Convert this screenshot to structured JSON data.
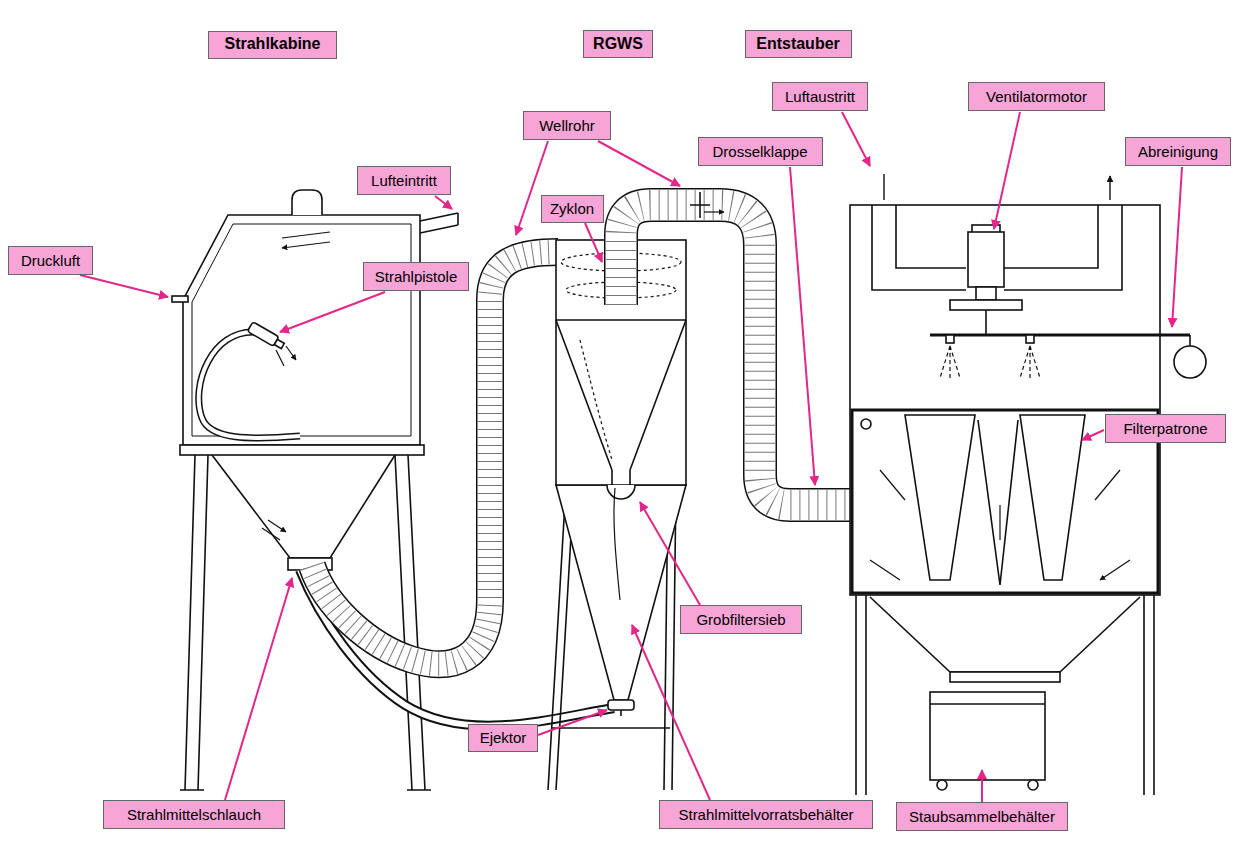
{
  "diagram": {
    "nodes": [
      {
        "text": [
          "Strahlkabine"
        ]
      },
      {
        "text": [
          "RGWS"
        ]
      },
      {
        "text": [
          "Entstauber"
        ]
      },
      {
        "text": [
          "Luftaustritt"
        ]
      },
      {
        "text": [
          "Ventilatormotor"
        ]
      },
      {
        "text": [
          "Wellrohr"
        ]
      },
      {
        "text": [
          "Drosselklappe"
        ]
      },
      {
        "text": [
          "Abreinigung"
        ]
      },
      {
        "text": [
          "Lufteintritt"
        ]
      },
      {
        "text": [
          "Zyklon"
        ]
      },
      {
        "text": [
          "Druckluft"
        ]
      },
      {
        "text": [
          "Strahlpistole"
        ]
      },
      {
        "text": [
          "Filterpatrone"
        ]
      },
      {
        "text": [
          "Grobfiltersieb"
        ]
      },
      {
        "text": [
          "Ejektor"
        ]
      },
      {
        "text": [
          "Strahlmittelschlauch"
        ]
      },
      {
        "text": [
          "Strahlmittelvorratsbehälter"
        ]
      },
      {
        "text": [
          "Staubsammelbehälter"
        ]
      }
    ]
  }
}
